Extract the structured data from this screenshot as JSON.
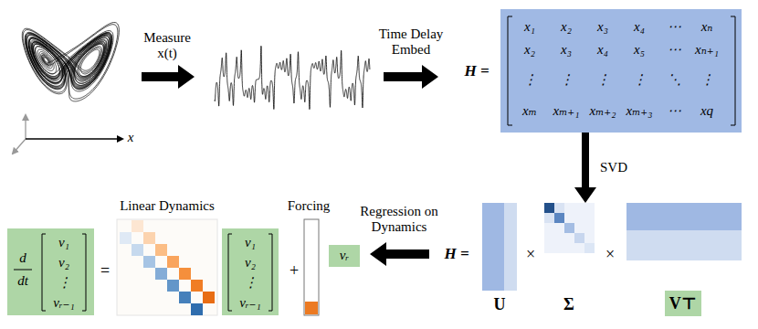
{
  "diagram": {
    "nodes": [
      {
        "text": [
          "H =",
          "x₁",
          "x₂",
          "x₃",
          "x₄",
          "⋯",
          "xₙ",
          "x₂",
          "x₃",
          "x₄",
          "x₅",
          "⋯",
          "xₙ₊₁",
          "⋮",
          "⋮",
          "⋮",
          "⋮",
          "⋱",
          "⋮",
          "xₘ",
          "xₘ₊₁",
          "xₘ₊₂",
          "xₘ₊₃",
          "⋯",
          "xq"
        ]
      },
      {
        "text": [
          "d",
          "dt",
          "v₁",
          "v₂",
          "⋮",
          "vᵣ₋₁"
        ]
      },
      {
        "text": [
          "Linear Dynamics"
        ]
      },
      {
        "text": [
          "v₁",
          "v₂",
          "⋮",
          "vᵣ₋₁"
        ]
      },
      {
        "text": [
          "Forcing"
        ]
      },
      {
        "text": [
          "vᵣ"
        ]
      },
      {
        "text": [
          "U"
        ]
      },
      {
        "text": [
          "Σ"
        ]
      },
      {
        "text": [
          "V⊤"
        ]
      }
    ],
    "edges": [
      {
        "from": 0,
        "to": 7,
        "label": "SVD",
        "arrow": "to"
      }
    ],
    "labels": [
      "x",
      "Measure x(t)",
      "Time Delay Embed",
      "Regression on Dynamics",
      "H =",
      "×",
      "×",
      "=",
      "+"
    ]
  }
}
